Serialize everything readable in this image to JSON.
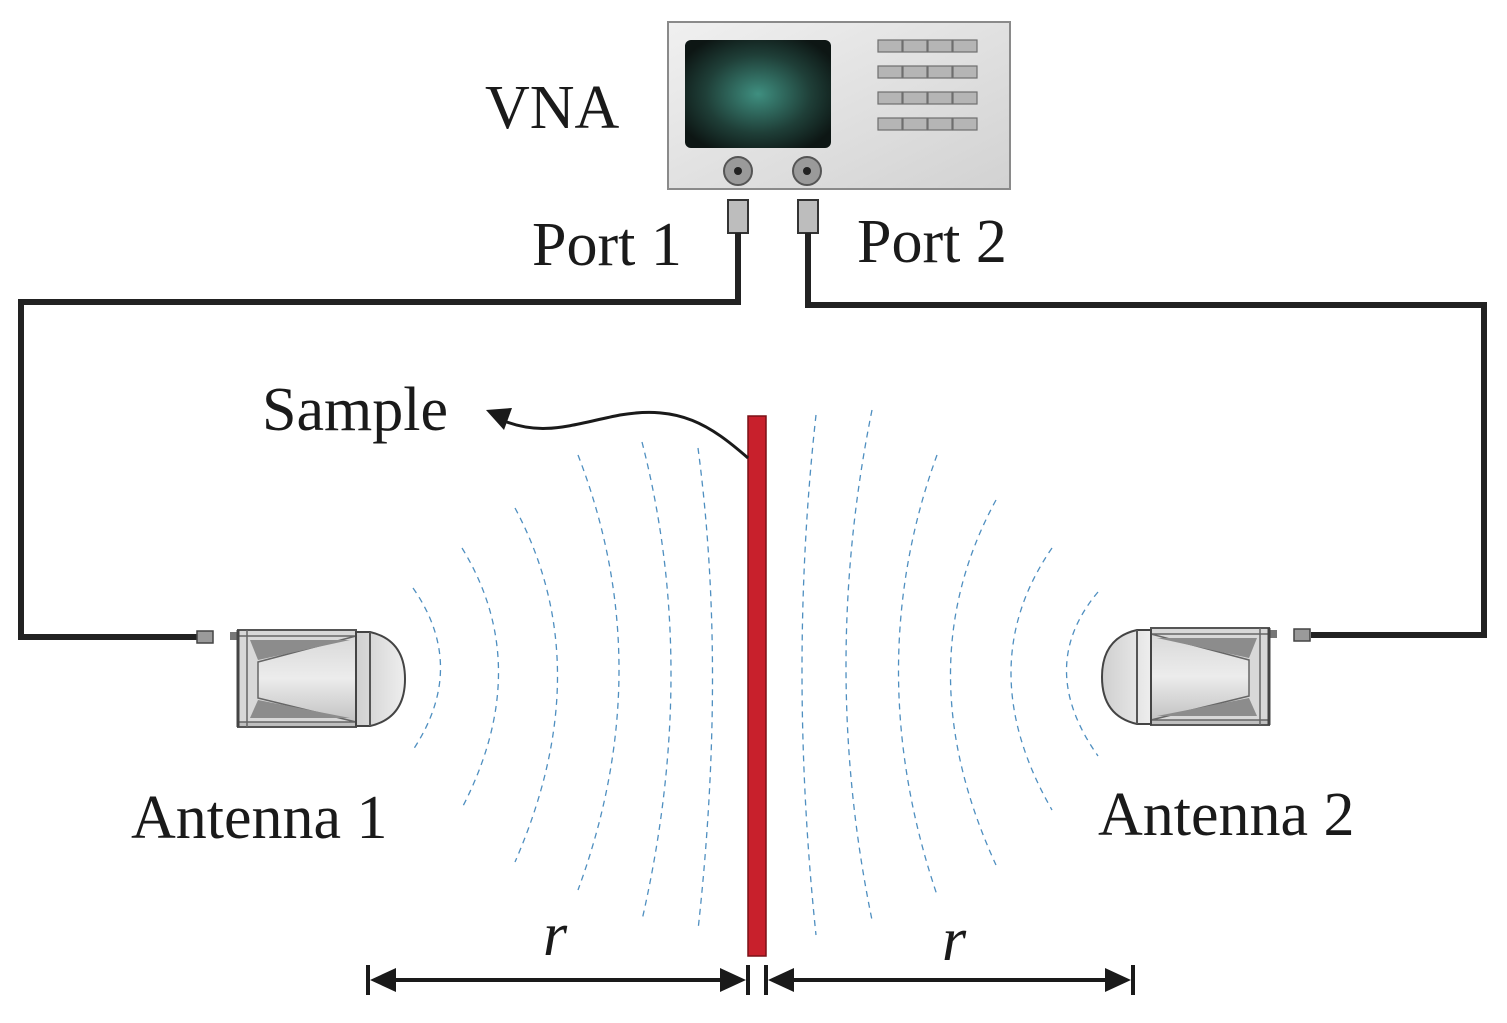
{
  "labels": {
    "vna": "VNA",
    "port1": "Port 1",
    "port2": "Port 2",
    "sample": "Sample",
    "antenna1": "Antenna 1",
    "antenna2": "Antenna 2",
    "distance_left": "r",
    "distance_right": "r"
  },
  "colors": {
    "cable": "#222222",
    "sample": "#c8202c",
    "wave": "#4f8fc0",
    "vna_body": "#e2e2e2",
    "screen": "#2f5a50",
    "antenna_body": "#c9c9c9"
  },
  "icons": {
    "vna": "network-analyzer-icon",
    "antenna": "horn-antenna-icon",
    "arrow": "pointer-arrow-icon"
  }
}
